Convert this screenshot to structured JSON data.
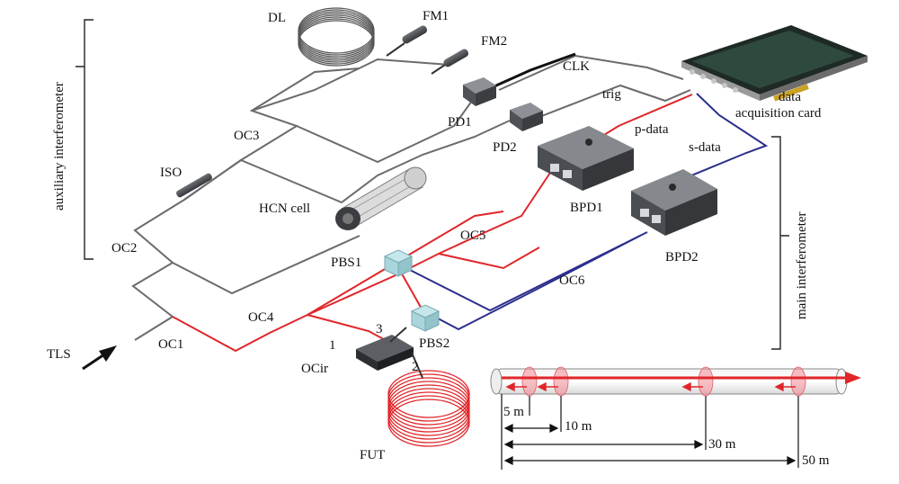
{
  "colors": {
    "gray_fiber": "#6b6b6b",
    "red_fiber": "#e0262a",
    "blue_fiber": "#2b2f8c",
    "black_cable": "#111111",
    "device_dark": "#4a4d52",
    "pbs_cube": "#a9d6dc"
  },
  "labels": {
    "aux_interferometer": "auxiliary interferometer",
    "main_interferometer": "main interferometer",
    "dl": "DL",
    "fm1": "FM1",
    "fm2": "FM2",
    "clk": "CLK",
    "trig": "trig",
    "p_data": "p-data",
    "s_data": "s-data",
    "daq_line1": "data",
    "daq_line2": "acquisition card",
    "oc3": "OC3",
    "pd1": "PD1",
    "pd2": "PD2",
    "iso": "ISO",
    "hcn_cell": "HCN cell",
    "bpd1": "BPD1",
    "bpd2": "BPD2",
    "oc2": "OC2",
    "oc5": "OC5",
    "pbs1": "PBS1",
    "oc6": "OC6",
    "oc4": "OC4",
    "pbs2": "PBS2",
    "tls": "TLS",
    "oc1": "OC1",
    "ocir": "OCir",
    "port1": "1",
    "port2": "2",
    "port3": "3",
    "fut": "FUT"
  },
  "inset": {
    "distances": [
      "5 m",
      "10 m",
      "30 m",
      "50 m"
    ]
  },
  "icons": [
    "arrow-icon",
    "fiber-coil-icon",
    "faraday-mirror-icon",
    "photodetector-icon",
    "balanced-detector-icon",
    "pbs-cube-icon",
    "circulator-icon",
    "isolator-icon",
    "gas-cell-icon",
    "daq-card-icon"
  ]
}
